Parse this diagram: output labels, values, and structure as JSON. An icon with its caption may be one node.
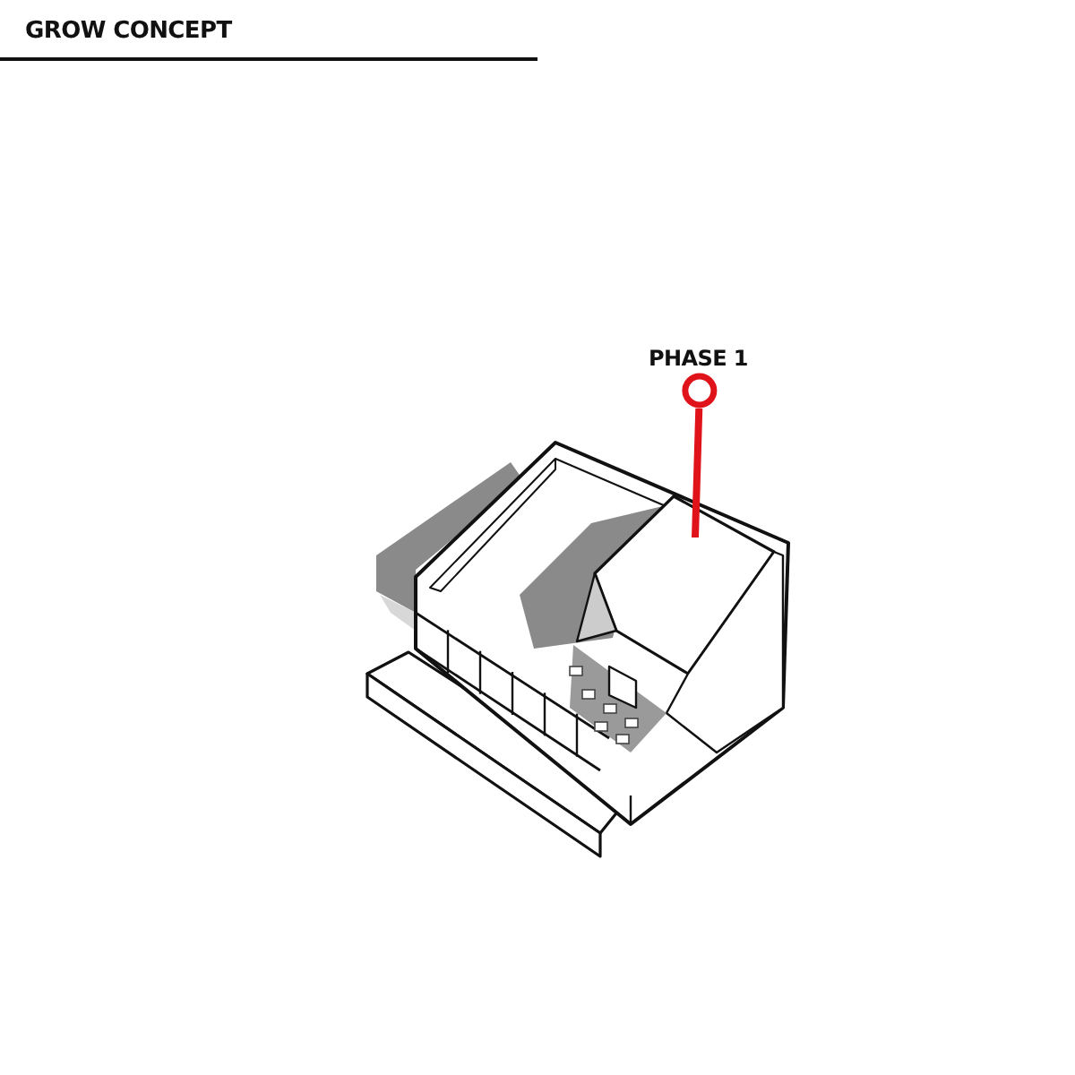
{
  "diagram": {
    "title": "GROW CONCEPT",
    "nodes": [
      {
        "text": [
          "PHASE 1"
        ]
      },
      {
        "text": [],
        "shape": "picture"
      }
    ],
    "edges": [
      {
        "from": 0,
        "to": 1,
        "arrow": "other"
      }
    ]
  }
}
